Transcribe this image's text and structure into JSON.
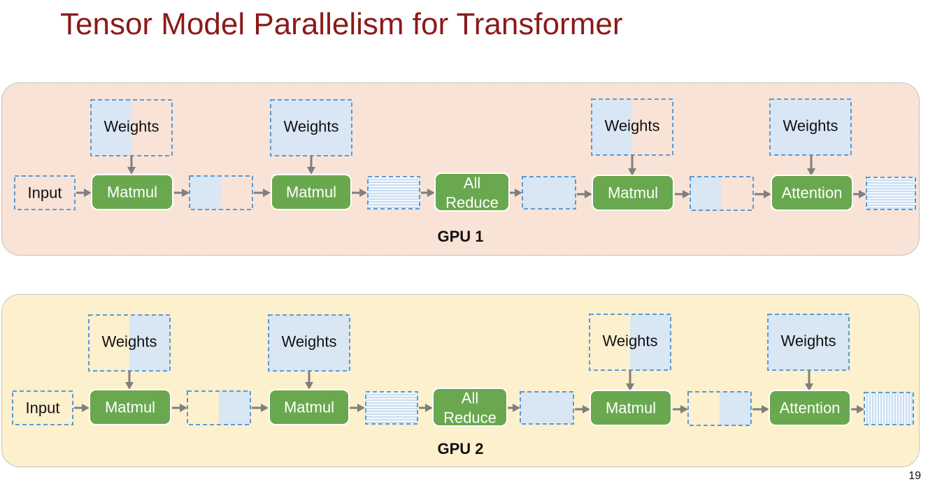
{
  "slide": {
    "title": "Tensor Model Parallelism for Transformer",
    "page_number": "19"
  },
  "labels": {
    "input": "Input",
    "weights": "Weights",
    "matmul": "Matmul",
    "all_reduce_line1": "All",
    "all_reduce_line2": "Reduce",
    "attention": "Attention"
  },
  "gpus": [
    {
      "name": "GPU 1",
      "shard": "left"
    },
    {
      "name": "GPU 2",
      "shard": "right"
    }
  ],
  "colors": {
    "title": "#8b1a1a",
    "op_fill": "#6aa84f",
    "tensor_shade": "#d9e6f4",
    "dash_border": "#5b9bd5",
    "arrow": "#7f7f7f",
    "gpu1_bg": "#f9e3d6",
    "gpu2_bg": "#fdf0cd"
  }
}
